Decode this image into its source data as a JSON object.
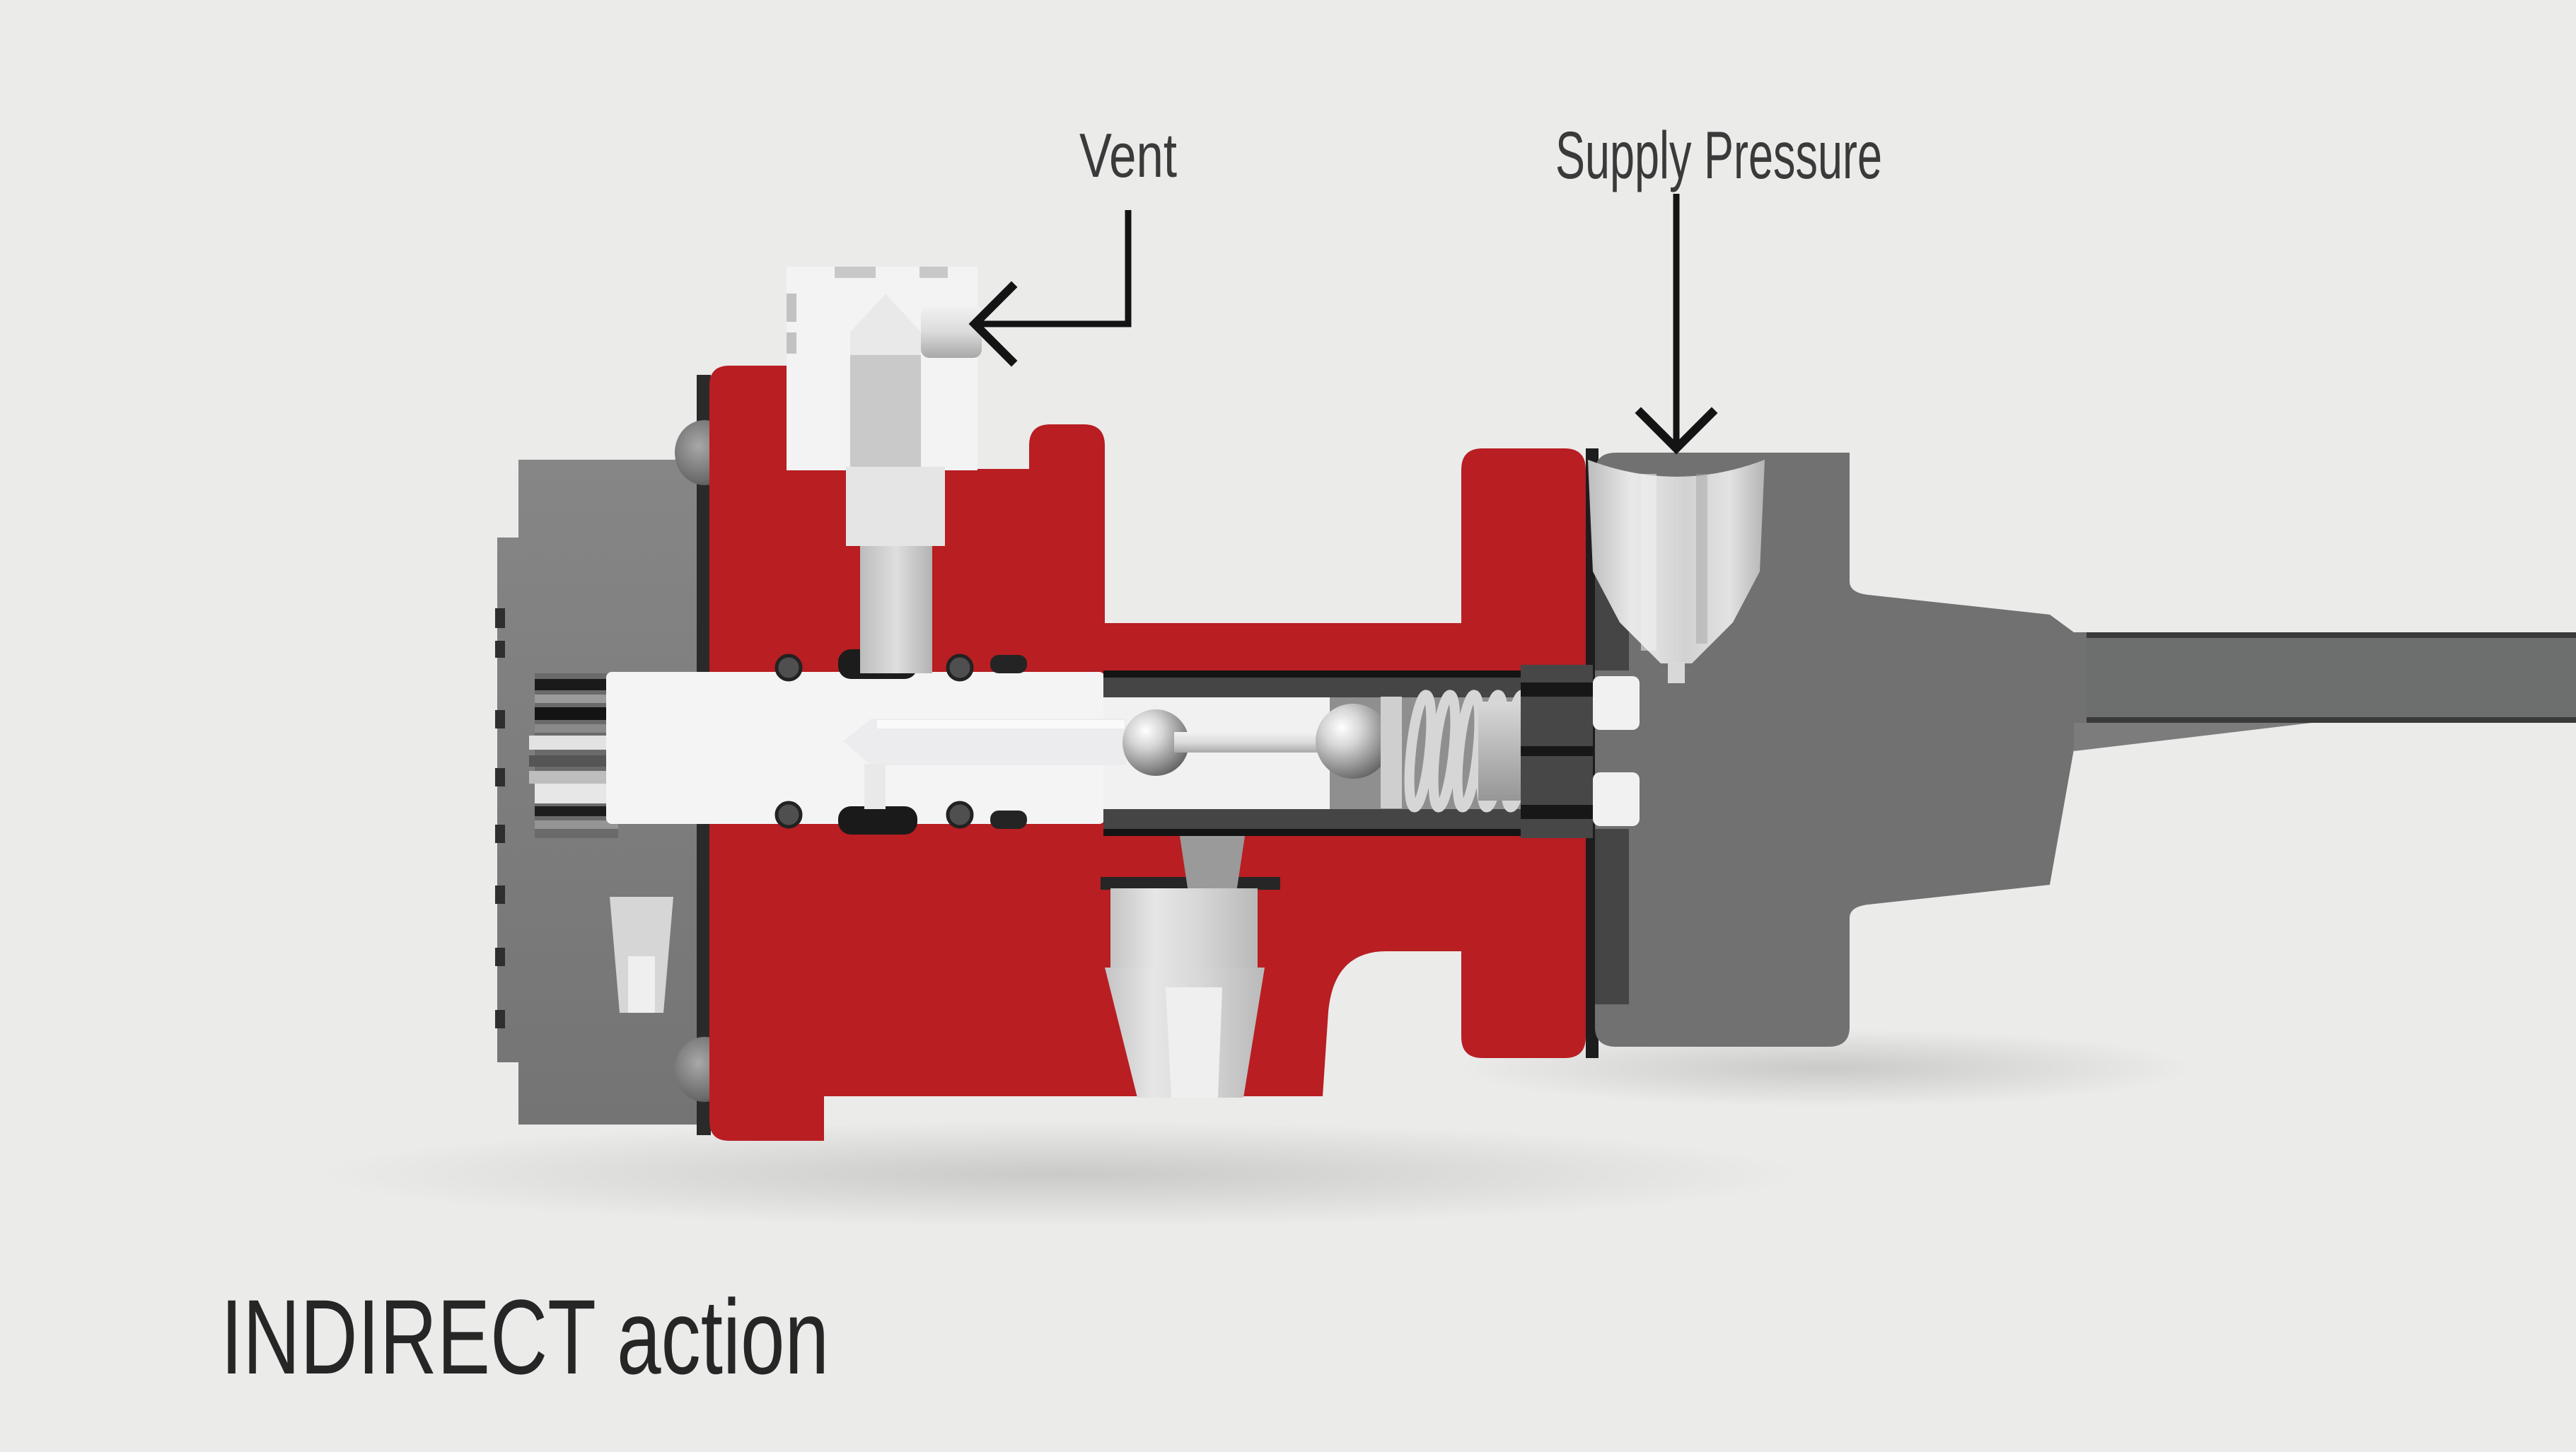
{
  "diagram": {
    "title": "INDIRECT action",
    "callouts": {
      "vent": "Vent",
      "supply_pressure": "Supply Pressure"
    },
    "icons": {
      "vent_arrow": "arrow-left-icon",
      "supply_arrow": "arrow-down-icon"
    },
    "colors": {
      "background": "#ebebea",
      "housing_red": "#b81e22",
      "right_body_gray": "#717171",
      "connector_gray": "#7d7d7d",
      "cartridge_dark": "#454545",
      "piston_white": "#f4f4f5",
      "chrome_ball_edge": "#474747",
      "annotation_line": "#141414",
      "label_text": "#3a3a3a",
      "title_text": "#262626"
    }
  }
}
